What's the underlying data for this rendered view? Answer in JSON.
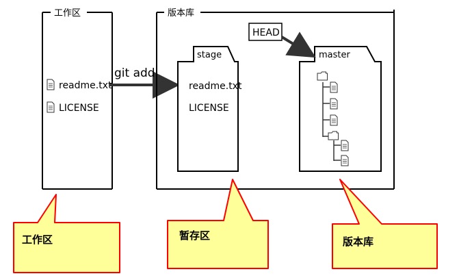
{
  "working_dir": {
    "title": "工作区",
    "files": [
      "readme.txt",
      "LICENSE"
    ]
  },
  "repository": {
    "title": "版本库",
    "stage": {
      "label": "stage",
      "files": [
        "readme.txt",
        "LICENSE"
      ]
    },
    "master": {
      "label": "master"
    },
    "head_label": "HEAD"
  },
  "arrow_label": "git add",
  "callouts": {
    "working": "工作区",
    "stage": "暂存区",
    "repo": "版本库"
  },
  "colors": {
    "callout_fill": "#ffff99",
    "callout_border": "#ff0000",
    "line": "#000000",
    "arrow": "#333333"
  }
}
